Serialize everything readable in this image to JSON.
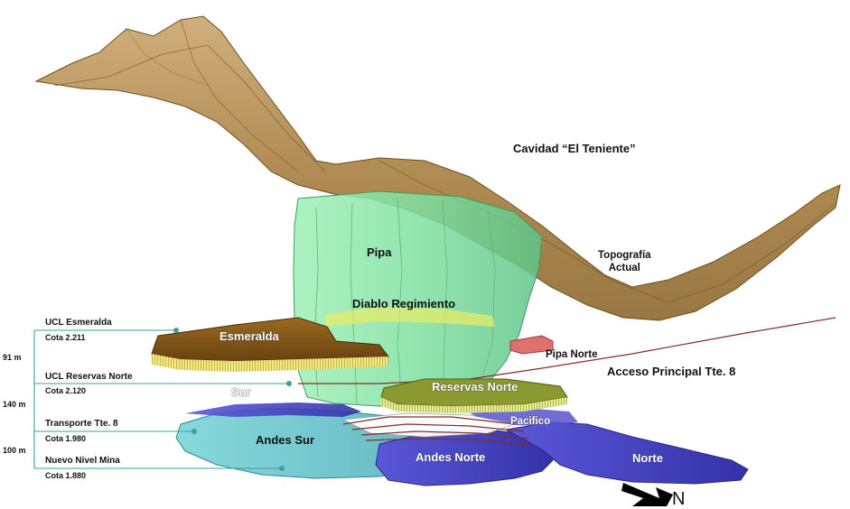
{
  "diagram": {
    "titles": {
      "cavity": "Cavidad “El Teniente”",
      "topography": "Topografía\nActual",
      "pipe": "Pipa",
      "diablo": "Diablo Regimiento",
      "esmeralda": "Esmeralda",
      "pipa_norte": "Pipa Norte",
      "acceso": "Acceso Principal Tte. 8",
      "sur": "Sur",
      "reservas_norte": "Reservas Norte",
      "pacifico": "Pacifico",
      "andes_sur": "Andes Sur",
      "andes_norte": "Andes Norte",
      "norte": "Norte",
      "north_arrow": "N"
    },
    "levels": [
      {
        "name": "UCL Esmeralda",
        "cota": "Cota 2.211"
      },
      {
        "name": "UCL Reservas Norte",
        "cota": "Cota 2.120"
      },
      {
        "name": "Transporte Tte. 8",
        "cota": "Cota 1.980"
      },
      {
        "name": "Nuevo Nivel Mina",
        "cota": "Cota 1.880"
      }
    ],
    "spacings": [
      "91 m",
      "140 m",
      "100 m"
    ],
    "colors": {
      "topography": "#a07838",
      "pipe": "#7fe0a0",
      "esmeralda": "#8a5a1c",
      "reservas_norte": "#8a9a30",
      "pipa_norte": "#e07070",
      "andes_sur": "#6cc6cc",
      "north_blocks": "#4a46c4",
      "guide_lines": "#3aa0a0",
      "tunnels": "#8a2a2a"
    }
  }
}
